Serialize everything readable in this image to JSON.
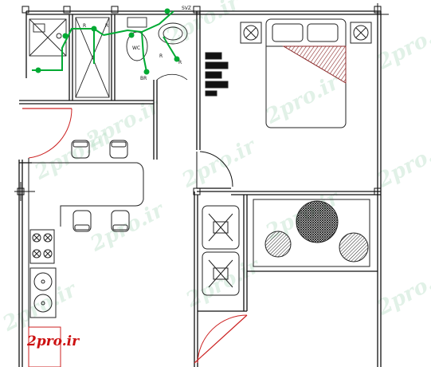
{
  "drawing": {
    "brand": "2pro.ir",
    "watermark_text": "2pro.ir",
    "labels": {
      "wc": "WC",
      "sv_top": "SVZ",
      "r_top": "R",
      "r_shower": "R",
      "r_wc": "R",
      "r_right": "R",
      "br": "BR"
    },
    "colors": {
      "wall": "#111111",
      "pipe_green": "#00aa33",
      "door_red": "#cc2222",
      "furniture": "#333333",
      "hatch": "#222222"
    }
  }
}
